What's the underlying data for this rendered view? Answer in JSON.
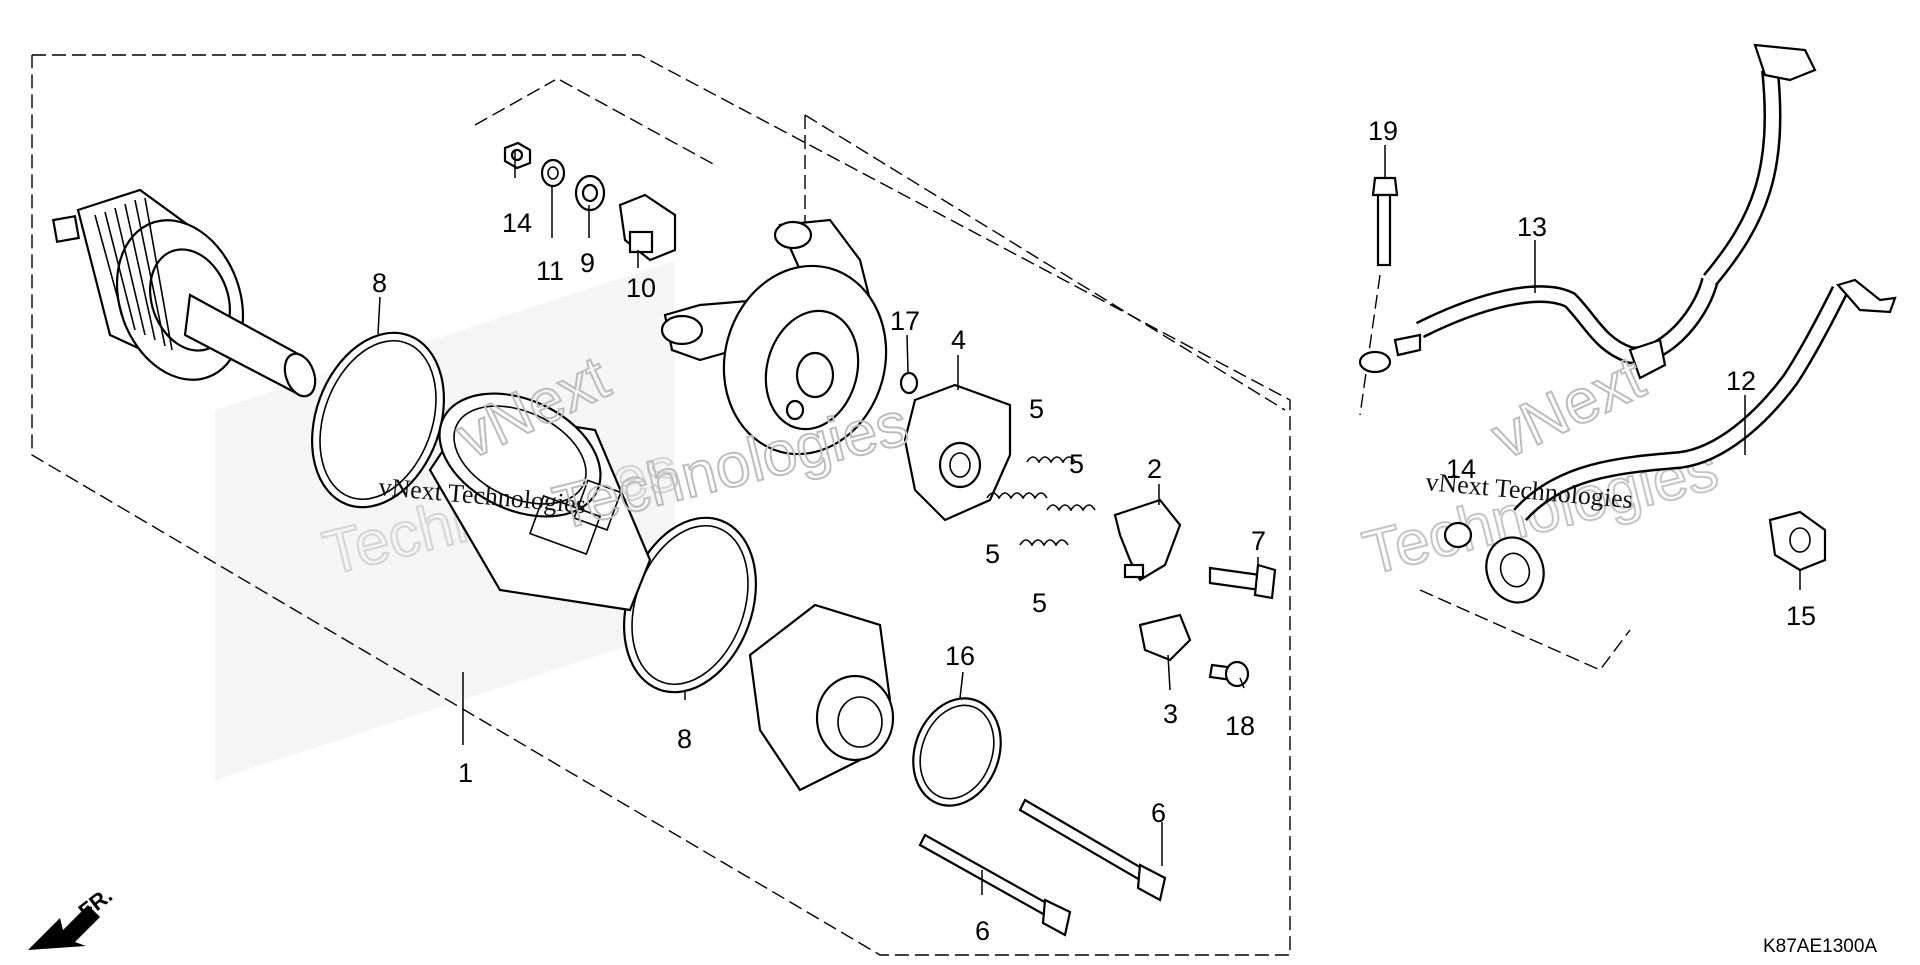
{
  "diagram": {
    "code": "K87AE1300A",
    "direction_label": "FR.",
    "watermark": {
      "brand": "vNext Technologies",
      "line1": "vNext",
      "line2": "Technologies"
    },
    "callouts": [
      {
        "id": "c1",
        "label": "1"
      },
      {
        "id": "c2",
        "label": "2"
      },
      {
        "id": "c3",
        "label": "3"
      },
      {
        "id": "c4",
        "label": "4"
      },
      {
        "id": "c5a",
        "label": "5"
      },
      {
        "id": "c5b",
        "label": "5"
      },
      {
        "id": "c5c",
        "label": "5"
      },
      {
        "id": "c5d",
        "label": "5"
      },
      {
        "id": "c6a",
        "label": "6"
      },
      {
        "id": "c6b",
        "label": "6"
      },
      {
        "id": "c7",
        "label": "7"
      },
      {
        "id": "c8a",
        "label": "8"
      },
      {
        "id": "c8b",
        "label": "8"
      },
      {
        "id": "c9",
        "label": "9"
      },
      {
        "id": "c10",
        "label": "10"
      },
      {
        "id": "c11",
        "label": "11"
      },
      {
        "id": "c12",
        "label": "12"
      },
      {
        "id": "c13",
        "label": "13"
      },
      {
        "id": "c14a",
        "label": "14"
      },
      {
        "id": "c14b",
        "label": "14"
      },
      {
        "id": "c15",
        "label": "15"
      },
      {
        "id": "c16",
        "label": "16"
      },
      {
        "id": "c17",
        "label": "17"
      },
      {
        "id": "c18",
        "label": "18"
      },
      {
        "id": "c19",
        "label": "19"
      }
    ]
  }
}
